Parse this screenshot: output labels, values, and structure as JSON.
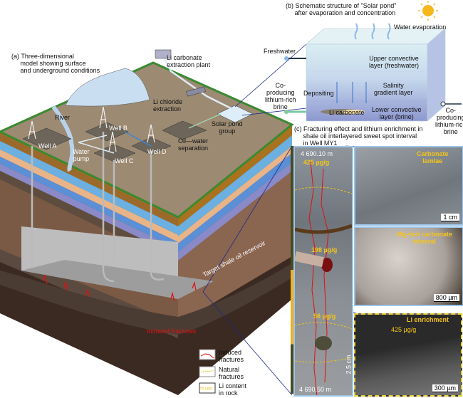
{
  "panel_a": {
    "title": "(a) Three-dimensional\n     model showing surface\n     and underground conditions",
    "li_carbonate_plant": "Li carbonate\nextraction plant",
    "li_chloride": "Li chloride\nextraction",
    "river": "River",
    "solar_pond_group": "Solar pond\ngroup",
    "oil_water": "Oil—water\nseparation",
    "well_a": "Well A",
    "well_b": "Well B",
    "well_c": "Well C",
    "well_d": "Well D",
    "water_pump": "Water\npump",
    "target": "Target shale oil reservoir",
    "induced": "Induced fractures"
  },
  "legend": {
    "induced": "Induced\nfractures",
    "natural": "Natural\nfractures",
    "li_content": "Li content\nin rock",
    "li_swatch": "56 µg/g"
  },
  "panel_b": {
    "title": "(b) Schematic structure of \"Solar pond\"\n     after evaporation and concentration",
    "water_evaporation": "Water evaporation",
    "freshwater": "Freshwater",
    "upper": "Upper convective\nlayer (freshwater)",
    "salinity": "Salinity\ngradient layer",
    "lower": "Lower convective\nlayer (brine)",
    "depositing": "Depositing",
    "li_carbonate": "Li carbonate",
    "co_in": "Co-\nproducing\nlithium-rich\nbrine",
    "co_out": "Co-\nproducing\nlithium-rich\nbrine"
  },
  "panel_c": {
    "title": "(c) Fracturing effect and lithium enrichment in\n     shale oil interlayered sweet spot interval\n     in Well MY1",
    "depth_top": "4 690.10 m",
    "depth_bottom": "4 690.50 m",
    "li_top": "425 µg/g",
    "li_mid": "198 µg/g",
    "li_low": "56 µg/g",
    "core_scale": "2.5 cm",
    "carbonate_lamlae": "Carbonate\nlamlae",
    "scale_1cm": "1 cm",
    "mg_rich": "Mg-rich carbonate\nmineral",
    "scale_800": "800 µm",
    "li_enrichment": "Li enrichment",
    "li_enrich_val": "425 µg/g",
    "scale_300": "300 µm"
  }
}
